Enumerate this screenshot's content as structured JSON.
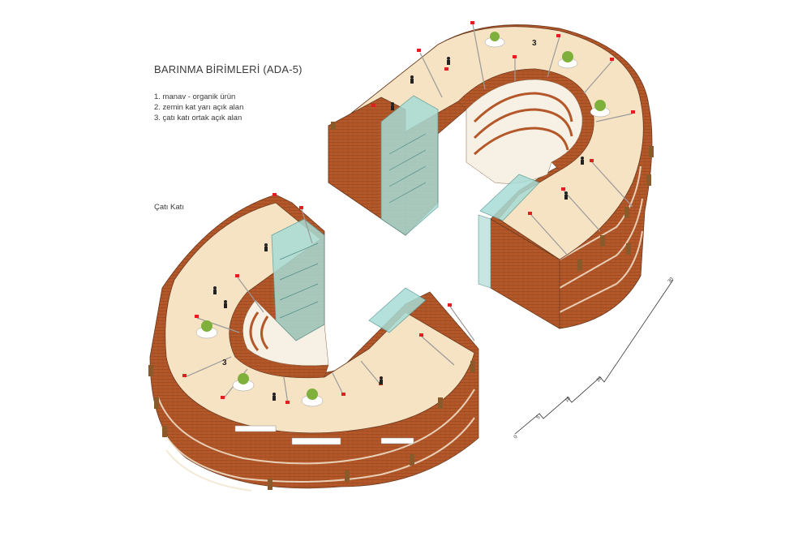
{
  "header": {
    "title": "BARINMA BİRİMLERİ (ADA-5)"
  },
  "legend": {
    "items": [
      "1. manav - organik ürün",
      "2. zemin kat yarı açık alan",
      "3. çatı katı ortak açık alan"
    ]
  },
  "floor_label": "Çatı Katı",
  "plan_labels": {
    "upper_roof_area": "3",
    "lower_roof_area": "3"
  },
  "scale_bar": {
    "ticks": [
      "0",
      "5",
      "10",
      "20",
      "30"
    ]
  },
  "colors": {
    "roof": "#f6e3c4",
    "brick": "#b4582a",
    "brick_dark": "#8a3f1c",
    "glass": "#a8dcd6",
    "red_marker": "#e02020",
    "tree": "#7fb03c"
  }
}
